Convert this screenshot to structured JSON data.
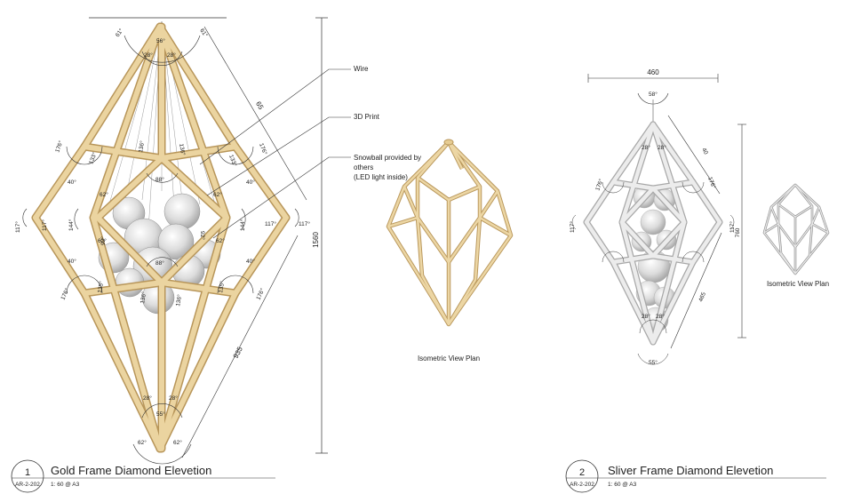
{
  "callouts": {
    "wire": "Wire",
    "print3d": "3D Print",
    "snowball_line1": "Snowball provided by",
    "snowball_line2": "others",
    "snowball_line3": "(LED light inside)"
  },
  "gold": {
    "title": "Gold Frame Diamond Elevetion",
    "number": "1",
    "sheet_ref": "AR-2-202",
    "scale": "1: 60 @ A3",
    "iso_label": "Isometric View Plan",
    "dims": {
      "height": "1560",
      "upper_diag": "65",
      "lower_diag": "935",
      "top_apex": "56°",
      "top_left_outer": "61°",
      "top_right_outer": "61°",
      "top_half_l": "28°",
      "top_half_r": "28°",
      "shoulder_l_a": "176°",
      "shoulder_l_b": "133°",
      "shoulder_r_a": "176°",
      "shoulder_r_b": "133°",
      "wire_l": "136°",
      "wire_r": "136°",
      "inner_top": "88°",
      "mid_l_a": "40°",
      "mid_l_b": "62°",
      "mid_r_a": "62°",
      "mid_r_b": "40°",
      "side_l": "117°",
      "side_r": "117°",
      "waist_l_a": "144°",
      "waist_r_a": "144°",
      "waist_l_c": "117°",
      "waist_r_c": "117°",
      "inner_l": "92°",
      "inner_r": "92°",
      "inner_l2": "62°",
      "inner_r2": "62°",
      "low_l_a": "40°",
      "low_r_a": "40°",
      "inner_bot": "88°",
      "low_l_b": "176°",
      "low_l_c": "135°",
      "low_r_b": "135°",
      "low_r_c": "176°",
      "low_mid_l": "136°",
      "low_mid_r": "136°",
      "bot_half_l": "28°",
      "bot_half_r": "28°",
      "bot_apex": "55°",
      "bot_out_l": "62°",
      "bot_out_r": "62°"
    }
  },
  "silver": {
    "title": "Sliver Frame Diamond Elevetion",
    "number": "2",
    "sheet_ref": "AR-2-202",
    "scale": "1: 60 @ A3",
    "iso_label": "Isometric View Plan",
    "dims": {
      "width": "460",
      "height": "760",
      "upper_diag": "40",
      "lower_diag": "465",
      "top_apex": "58°",
      "top_half_l": "28°",
      "top_half_r": "28°",
      "side_l": "117°",
      "side_r": "117°",
      "sh_l": "176°",
      "sh_r": "176°",
      "bot_half_l": "28°",
      "bot_half_r": "28°",
      "bot_apex": "55°"
    }
  },
  "colors": {
    "gold_frame": "#e6cc93",
    "gold_edge": "#b8965a",
    "silver_frame": "#e4e4e4",
    "silver_edge": "#a8a8a8"
  }
}
